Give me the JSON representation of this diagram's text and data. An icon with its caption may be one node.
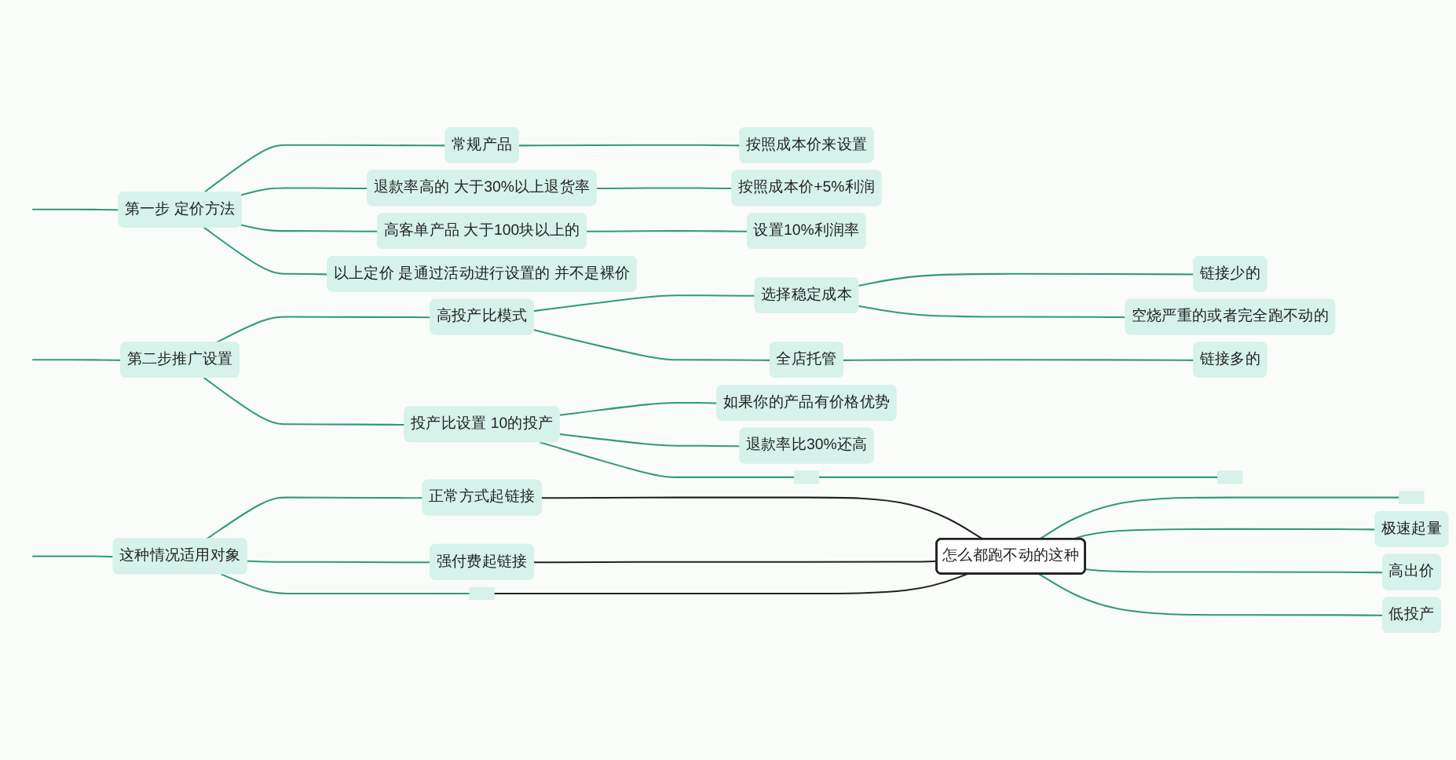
{
  "diagram": {
    "nodes": [
      {
        "text": [
          "这种情况适用对象"
        ]
      },
      {
        "text": [
          "正常方式起链接"
        ]
      },
      {
        "text": [
          "强付费起链接"
        ]
      },
      {
        "text": [],
        "shape": "box"
      },
      {
        "text": [
          "怎么都跑不动的这种"
        ]
      },
      {
        "text": [],
        "shape": "box"
      },
      {
        "text": [
          "极速起量"
        ]
      },
      {
        "text": [
          "高出价"
        ]
      },
      {
        "text": [
          "低投产"
        ]
      },
      {
        "text": [
          "第一步 定价方法"
        ]
      },
      {
        "text": [
          "常规产品"
        ]
      },
      {
        "text": [
          "按照成本价来设置"
        ]
      },
      {
        "text": [
          "退款率高的 大于30%以上退货率"
        ]
      },
      {
        "text": [
          "按照成本价+5%利润"
        ]
      },
      {
        "text": [
          "高客单产品 大于100块以上的"
        ]
      },
      {
        "text": [
          "设置10%利润率"
        ]
      },
      {
        "text": [
          "以上定价 是通过活动进行设置的 并不是裸价"
        ]
      },
      {
        "text": [
          "第二步推广设置"
        ]
      },
      {
        "text": [
          "高投产比模式"
        ]
      },
      {
        "text": [
          "选择稳定成本"
        ]
      },
      {
        "text": [
          "链接少的"
        ]
      },
      {
        "text": [
          "空烧严重的或者完全跑不动的"
        ]
      },
      {
        "text": [
          "全店托管"
        ]
      },
      {
        "text": [
          "链接多的"
        ]
      },
      {
        "text": [
          "投产比设置 10的投产"
        ]
      },
      {
        "text": [
          "如果你的产品有价格优势"
        ]
      },
      {
        "text": [
          "退款率比30%还高"
        ]
      },
      {
        "text": [],
        "shape": "box"
      },
      {
        "text": [],
        "shape": "box"
      }
    ],
    "edges": [
      {
        "from": null,
        "to": 0,
        "arrow": "none"
      },
      {
        "from": null,
        "to": 9,
        "arrow": "none"
      },
      {
        "from": null,
        "to": 17,
        "arrow": "none"
      },
      {
        "from": 0,
        "to": 1,
        "arrow": "none"
      },
      {
        "from": 0,
        "to": 2,
        "arrow": "none"
      },
      {
        "from": 0,
        "to": 3,
        "arrow": "none"
      },
      {
        "from": 1,
        "to": 4,
        "arrow": "none",
        "color": "#222222"
      },
      {
        "from": 2,
        "to": 4,
        "arrow": "none",
        "color": "#222222"
      },
      {
        "from": 3,
        "to": 4,
        "arrow": "none",
        "color": "#222222"
      },
      {
        "from": 4,
        "to": 5,
        "arrow": "none"
      },
      {
        "from": 4,
        "to": 6,
        "arrow": "none"
      },
      {
        "from": 4,
        "to": 7,
        "arrow": "none"
      },
      {
        "from": 4,
        "to": 8,
        "arrow": "none"
      },
      {
        "from": 9,
        "to": 10,
        "arrow": "none"
      },
      {
        "from": 9,
        "to": 12,
        "arrow": "none"
      },
      {
        "from": 9,
        "to": 14,
        "arrow": "none"
      },
      {
        "from": 9,
        "to": 16,
        "arrow": "none"
      },
      {
        "from": 10,
        "to": 11,
        "arrow": "none"
      },
      {
        "from": 12,
        "to": 13,
        "arrow": "none"
      },
      {
        "from": 14,
        "to": 15,
        "arrow": "none"
      },
      {
        "from": 17,
        "to": 18,
        "arrow": "none"
      },
      {
        "from": 17,
        "to": 24,
        "arrow": "none"
      },
      {
        "from": 18,
        "to": 19,
        "arrow": "none"
      },
      {
        "from": 18,
        "to": 22,
        "arrow": "none"
      },
      {
        "from": 19,
        "to": 20,
        "arrow": "none"
      },
      {
        "from": 19,
        "to": 21,
        "arrow": "none"
      },
      {
        "from": 22,
        "to": 23,
        "arrow": "none"
      },
      {
        "from": 24,
        "to": 25,
        "arrow": "none"
      },
      {
        "from": 24,
        "to": 26,
        "arrow": "none"
      },
      {
        "from": 24,
        "to": 27,
        "arrow": "none"
      },
      {
        "from": 27,
        "to": 28,
        "arrow": "none"
      }
    ]
  }
}
